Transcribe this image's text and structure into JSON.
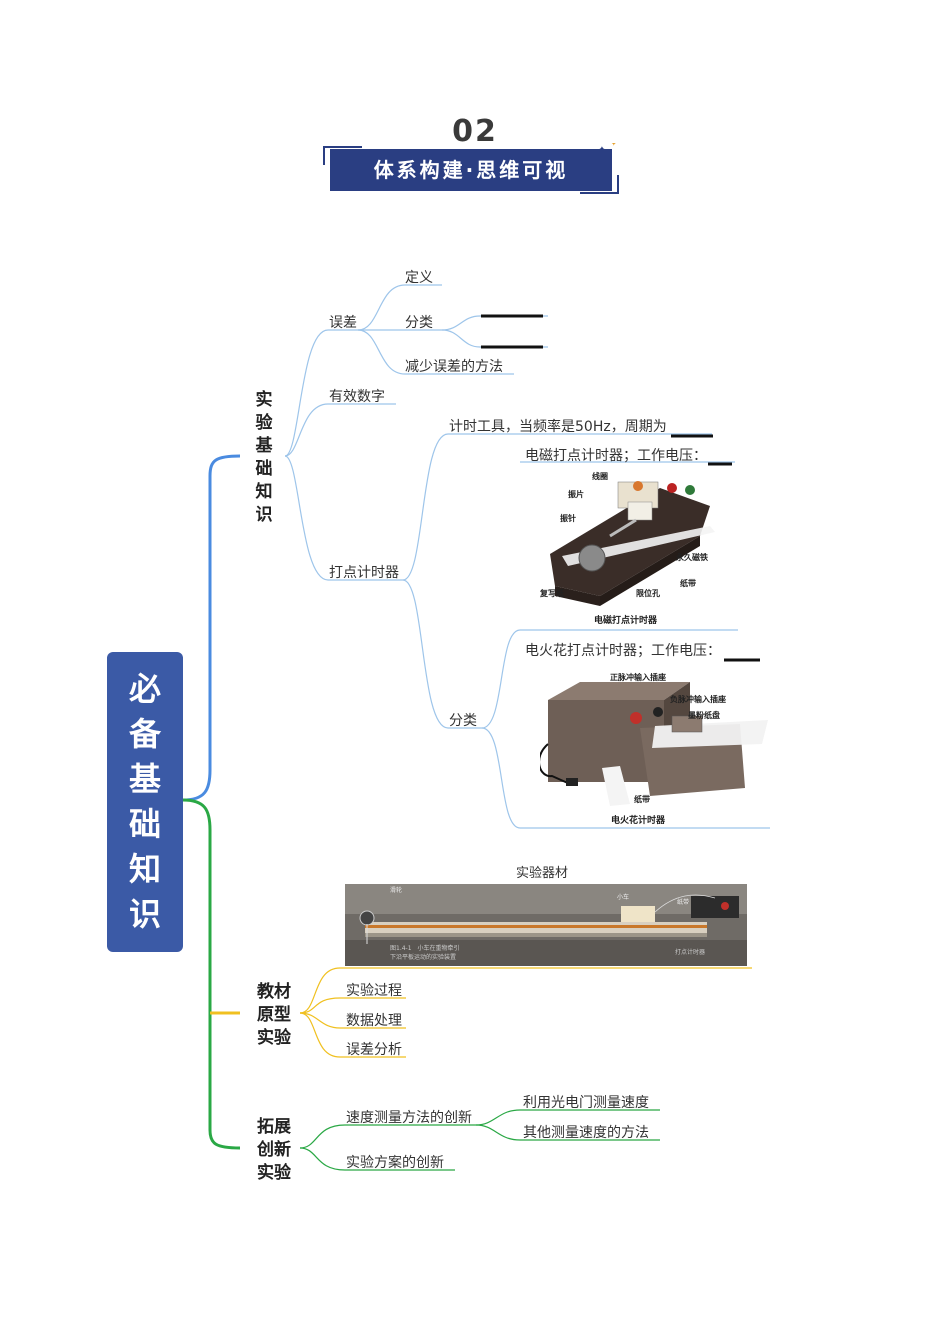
{
  "header": {
    "section_number": "02",
    "banner_title": "体系构建·思维可视"
  },
  "root": {
    "label": [
      "必",
      "备",
      "基",
      "础",
      "知",
      "识"
    ]
  },
  "branches": {
    "basic": {
      "label": [
        "实",
        "验",
        "基",
        "础",
        "知",
        "识"
      ],
      "error": {
        "label": "误差",
        "children": {
          "definition": "定义",
          "classification": "分类",
          "reduce": "减少误差的方法"
        }
      },
      "sigfig": {
        "label": "有效数字"
      },
      "timer": {
        "label": "打点计时器",
        "tool": "计时工具，当频率是50Hz，周期为",
        "classification": "分类",
        "electromagnetic": {
          "title": "电磁打点计时器；工作电压：",
          "caption": "电磁打点计时器",
          "parts": [
            "线圈",
            "振片",
            "振针",
            "永久磁铁",
            "纸带",
            "限位孔",
            "复写纸"
          ]
        },
        "spark": {
          "title": "电火花打点计时器；工作电压：",
          "caption": "电火花计时器",
          "parts": [
            "正脉冲输入插座",
            "负脉冲输入插座",
            "墨粉纸盘",
            "纸带"
          ]
        }
      }
    },
    "textbook": {
      "label": [
        "教材",
        "原型",
        "实验"
      ],
      "equipment_title": "实验器材",
      "photo_text": {
        "pulley": "滑轮",
        "cart": "小车",
        "tape": "纸带",
        "timer": "打点计时器",
        "caption_line1": "图1.4-1　小车在重物牵引",
        "caption_line2": "下沿平板运动的实验装置"
      },
      "children": [
        "实验过程",
        "数据处理",
        "误差分析"
      ]
    },
    "extension": {
      "label": [
        "拓展",
        "创新",
        "实验"
      ],
      "speed_method": "速度测量方法的创新",
      "speed_children": [
        "利用光电门测量速度",
        "其他测量速度的方法"
      ],
      "scheme": "实验方案的创新"
    }
  },
  "colors": {
    "banner": "#2a3e82",
    "root": "#3b5aa6",
    "blue_branch": "#4a8be0",
    "green_branch": "#2aa845",
    "yellow_branch": "#f0c020",
    "sub_line": "#9ec5ea"
  }
}
